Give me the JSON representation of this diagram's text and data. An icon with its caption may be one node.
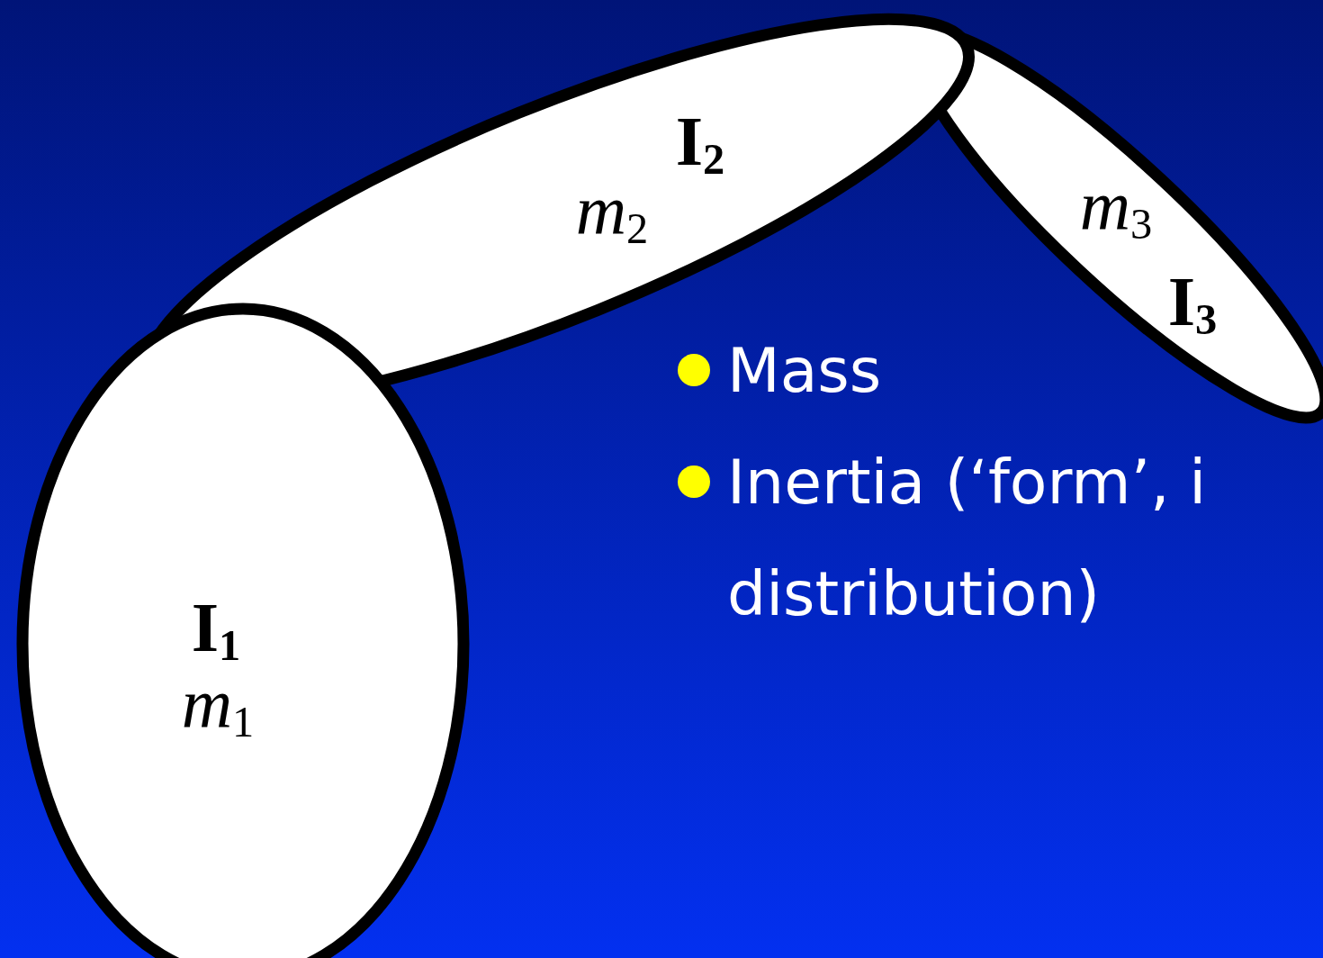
{
  "diagram": {
    "nodes": [
      {
        "text": [
          "I$_{1}$",
          "*m*$_{1}$"
        ]
      },
      {
        "text": [
          "I$_{2}$",
          "*m*$_{2}$"
        ]
      },
      {
        "text": [
          "*m*$_{3}$",
          "I$_{3}$"
        ]
      }
    ],
    "labels": [
      "Mass",
      "Inertia (‘form’, i distribution)"
    ]
  }
}
